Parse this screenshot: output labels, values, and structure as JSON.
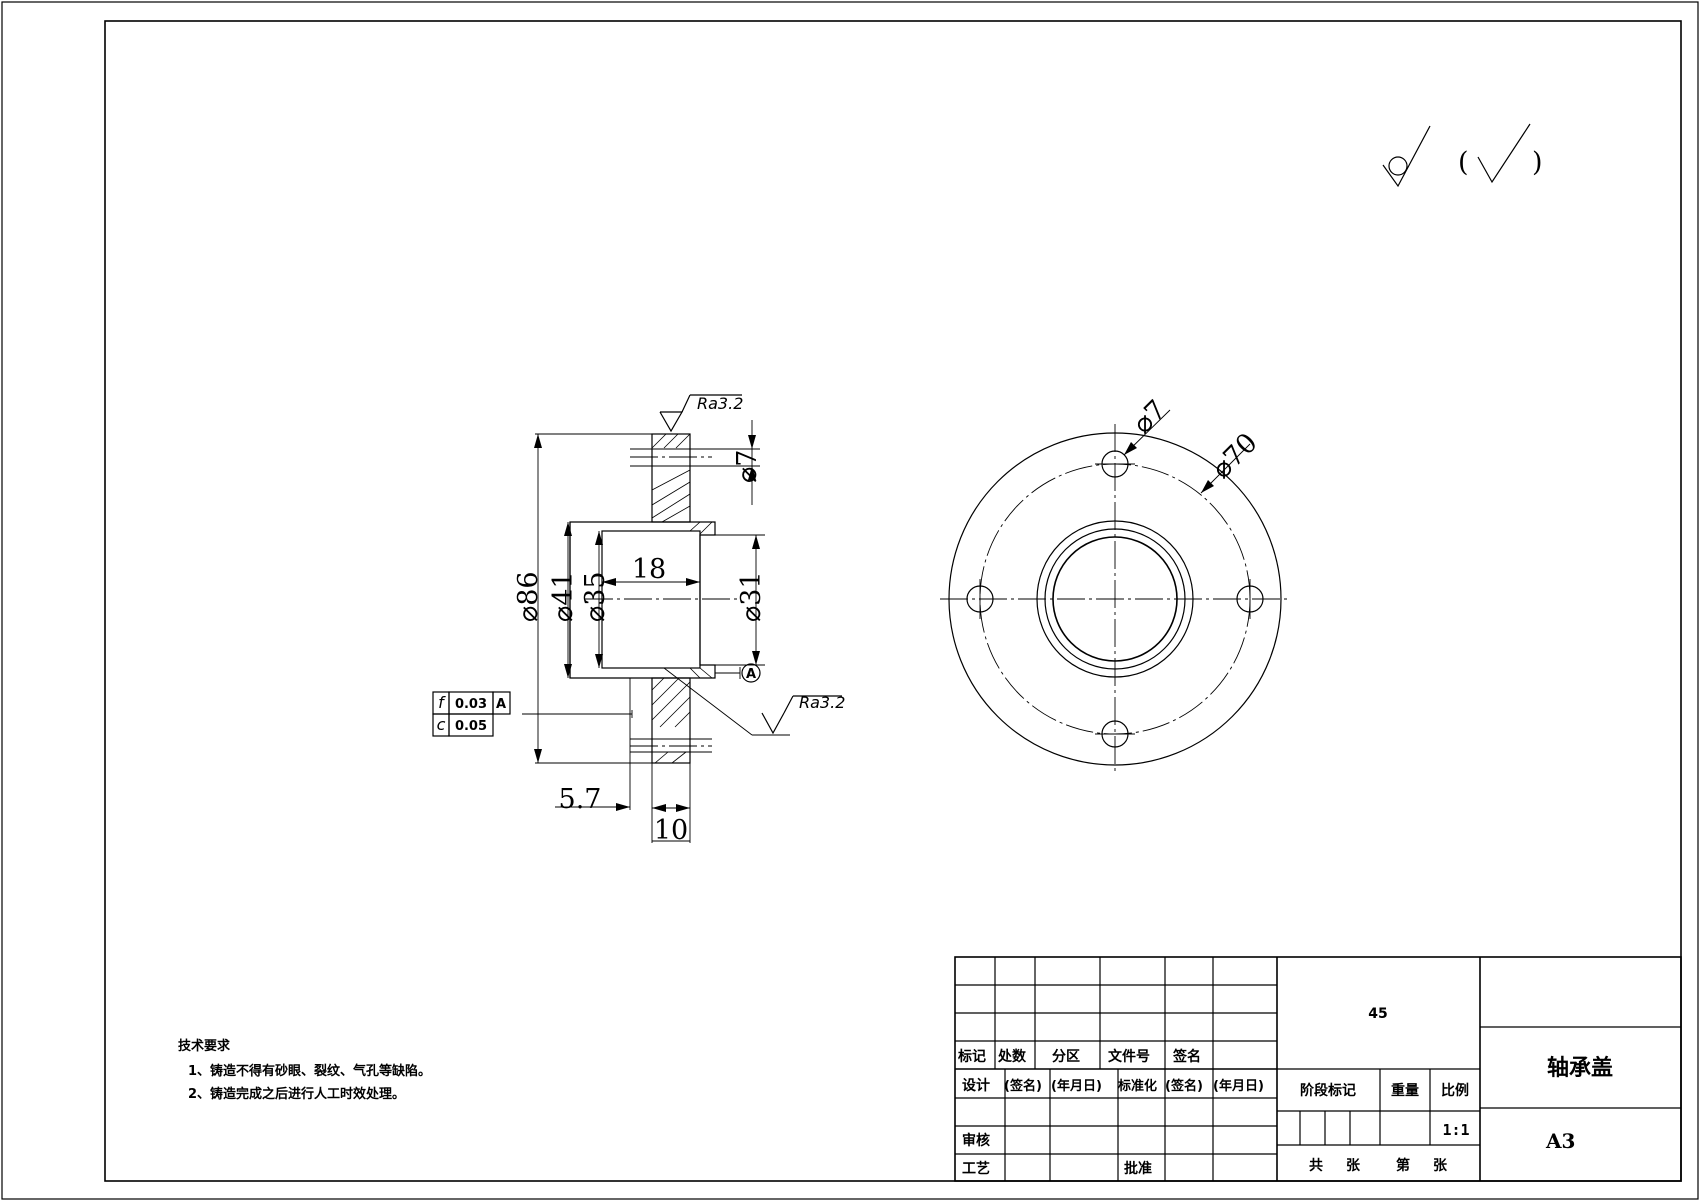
{
  "surface_symbols": {
    "open_left": "(",
    "open_right": ")"
  },
  "section_view": {
    "ra_top": "Ra3.2",
    "ra_bottom": "Ra3.2",
    "dim_d86": "⌀86",
    "dim_d41": "⌀41",
    "dim_d35": "⌀35",
    "dim_d31": "⌀31",
    "dim_d7": "⌀7",
    "dim_18": "18",
    "dim_5_7": "5.7",
    "dim_10": "10",
    "datum": "A",
    "gdt_row1_symbol": "f",
    "gdt_row1_value": "0.03",
    "gdt_row1_datum": "A",
    "gdt_row2_symbol": "c",
    "gdt_row2_value": "0.05"
  },
  "front_view": {
    "dim_hole": "⌀7",
    "dim_pcd": "⌀70"
  },
  "tech_requirements": {
    "title": "技术要求",
    "item1": "1、铸造不得有砂眼、裂纹、气孔等缺陷。",
    "item2": "2、铸造完成之后进行人工时效处理。"
  },
  "title_block": {
    "hdr_mark": "标记",
    "hdr_count": "处数",
    "hdr_zone": "分区",
    "hdr_docno": "文件号",
    "hdr_sign": "签名",
    "design": "设计",
    "sign_paren1": "(签名)",
    "date_paren1": "(年月日)",
    "standardize": "标准化",
    "sign_paren2": "(签名)",
    "date_paren2": "(年月日)",
    "review": "审核",
    "process": "工艺",
    "approve": "批准",
    "material": "45",
    "stage_mark": "阶段标记",
    "weight": "重量",
    "ratio": "比例",
    "scale": "1:1",
    "total": "共",
    "sheets1": "张",
    "no": "第",
    "sheets2": "张",
    "part_name": "轴承盖",
    "paper_size": "A3"
  }
}
